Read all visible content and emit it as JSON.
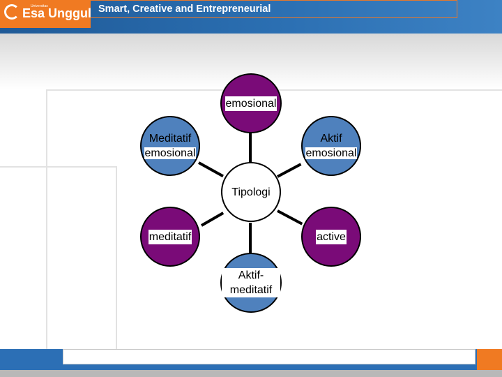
{
  "header": {
    "logo_small": "Universitas",
    "logo_text": "Esa Unggul",
    "tagline": "Smart, Creative and Entrepreneurial"
  },
  "diagram": {
    "center": "Tipologi",
    "nodes": {
      "top": "emosional",
      "upper_left": [
        "Meditatif",
        "emosional"
      ],
      "upper_right": [
        "Aktif",
        "emosional"
      ],
      "lower_left": "meditatif",
      "lower_right": "active",
      "bottom": "Aktif-meditatif"
    }
  },
  "colors": {
    "purple_node": "#7a0b78",
    "blue_node": "#4f81bd",
    "header_blue": "#2b6fb2",
    "brand_orange": "#f07a22"
  }
}
